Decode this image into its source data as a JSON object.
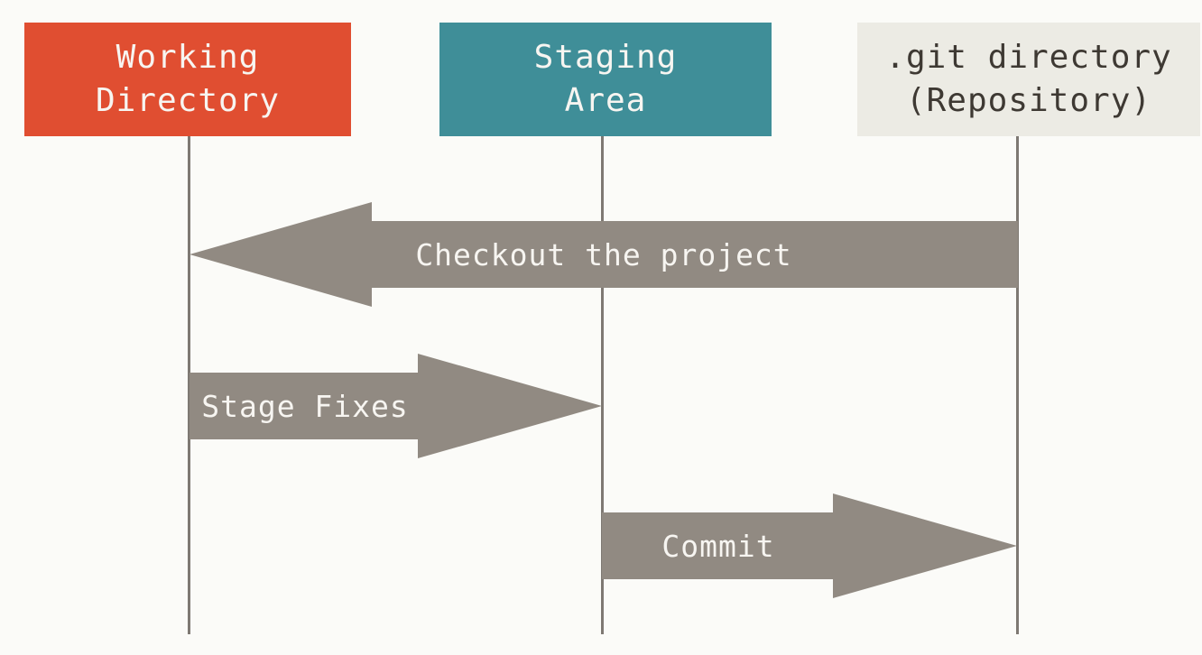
{
  "diagram": {
    "description": "Git working tree, staging area and repository flow diagram",
    "background_color": "#FBFBF8",
    "arrow_color": "#918A82",
    "lifeline_color": "#7E7973",
    "columns": [
      {
        "id": "working-directory",
        "line1": "Working",
        "line2": "Directory",
        "color": "#E04E31",
        "text_color": "#F7F5F1"
      },
      {
        "id": "staging-area",
        "line1": "Staging",
        "line2": "Area",
        "color": "#3F8E98",
        "text_color": "#F7F5F1"
      },
      {
        "id": "git-directory",
        "line1": ".git directory",
        "line2": "(Repository)",
        "color": "#ECEBE4",
        "text_color": "#3E3933"
      }
    ],
    "arrows": [
      {
        "id": "checkout",
        "label": "Checkout the project",
        "direction": "left",
        "from": "git-directory",
        "to": "working-directory"
      },
      {
        "id": "stage-fixes",
        "label": "Stage Fixes",
        "direction": "right",
        "from": "working-directory",
        "to": "staging-area"
      },
      {
        "id": "commit",
        "label": "Commit",
        "direction": "right",
        "from": "staging-area",
        "to": "git-directory"
      }
    ]
  }
}
